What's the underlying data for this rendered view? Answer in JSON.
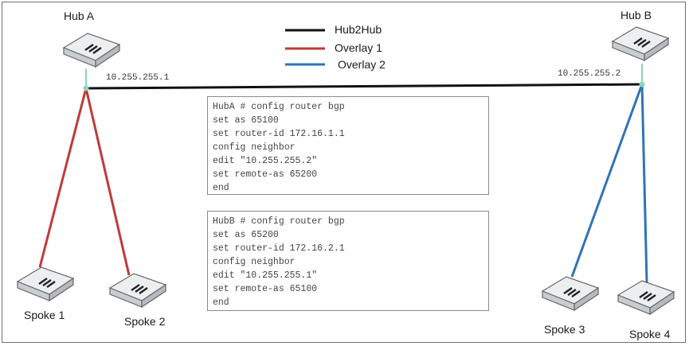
{
  "legend": [
    {
      "label": "Hub2Hub",
      "color": "#111111"
    },
    {
      "label": "Overlay 1",
      "color": "#c03a3a"
    },
    {
      "label": "Overlay 2",
      "color": "#2f74b5"
    }
  ],
  "nodes": {
    "hub_a": {
      "label": "Hub A",
      "ip": "10.255.255.1"
    },
    "hub_b": {
      "label": "Hub B",
      "ip": "10.255.255.2"
    },
    "spoke_1": {
      "label": "Spoke 1"
    },
    "spoke_2": {
      "label": "Spoke 2"
    },
    "spoke_3": {
      "label": "Spoke 3"
    },
    "spoke_4": {
      "label": "Spoke 4"
    }
  },
  "links": [
    {
      "from": "hub_a",
      "to": "hub_b",
      "type": "Hub2Hub"
    },
    {
      "from": "hub_a",
      "to": "spoke_1",
      "type": "Overlay 1"
    },
    {
      "from": "hub_a",
      "to": "spoke_2",
      "type": "Overlay 1"
    },
    {
      "from": "hub_b",
      "to": "spoke_3",
      "type": "Overlay 2"
    },
    {
      "from": "hub_b",
      "to": "spoke_4",
      "type": "Overlay 2"
    }
  ],
  "configs": {
    "hub_a": [
      "HubA # config router bgp",
      "set as 65100",
      "set router-id 172.16.1.1",
      "config neighbor",
      "edit \"10.255.255.2\"",
      "set remote-as 65200",
      "end"
    ],
    "hub_b": [
      "HubB # config router bgp",
      "set as 65200",
      "set router-id 172.16.2.1",
      "config neighbor",
      "edit \"10.255.255.1\"",
      "set remote-as 65100",
      "end"
    ]
  }
}
